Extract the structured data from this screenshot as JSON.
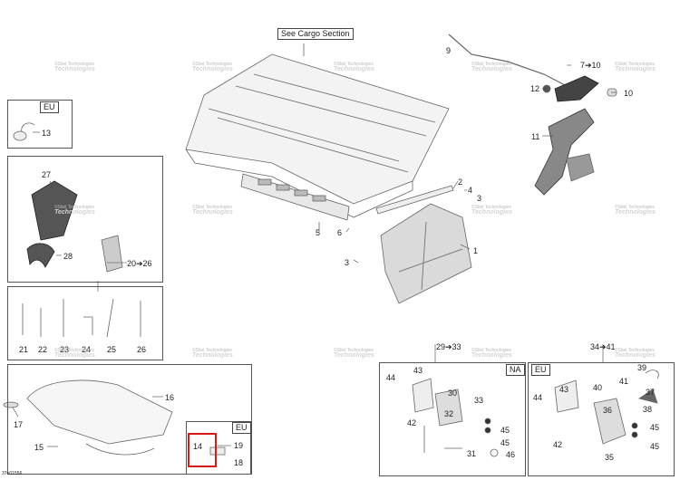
{
  "callouts": {
    "see_cargo": "See Cargo Section",
    "region_eu": "EU",
    "region_na": "NA"
  },
  "parts": {
    "p1": "1",
    "p2": "2",
    "p3a": "3",
    "p3b": "3",
    "p4": "4",
    "p5": "5",
    "p6": "6",
    "p7_10": "7➔10",
    "p9": "9",
    "p10": "10",
    "p11": "11",
    "p12": "12",
    "p13": "13",
    "p14": "14",
    "p15": "15",
    "p16": "16",
    "p17": "17",
    "p18": "18",
    "p19": "19",
    "p20_26": "20➔26",
    "p21": "21",
    "p22": "22",
    "p23": "23",
    "p24": "24",
    "p25": "25",
    "p26": "26",
    "p27": "27",
    "p28": "28",
    "p29_33": "29➔33",
    "p30": "30",
    "p31": "31",
    "p32": "32",
    "p33": "33",
    "p34_41": "34➔41",
    "p35": "35",
    "p36": "36",
    "p37": "37",
    "p38": "38",
    "p39": "39",
    "p40": "40",
    "p41": "41",
    "p42a": "42",
    "p43a": "43",
    "p44a": "44",
    "p45a": "45",
    "p45b": "45",
    "p46": "46",
    "p42b": "42",
    "p43b": "43",
    "p44b": "44",
    "p45c": "45",
    "p45d": "45"
  },
  "watermark": {
    "top": "©Stiel Technologies",
    "brand": "Technologies"
  },
  "figure_id": "37e01556",
  "colors": {
    "highlight": "#d61a1a",
    "line": "#555555"
  }
}
